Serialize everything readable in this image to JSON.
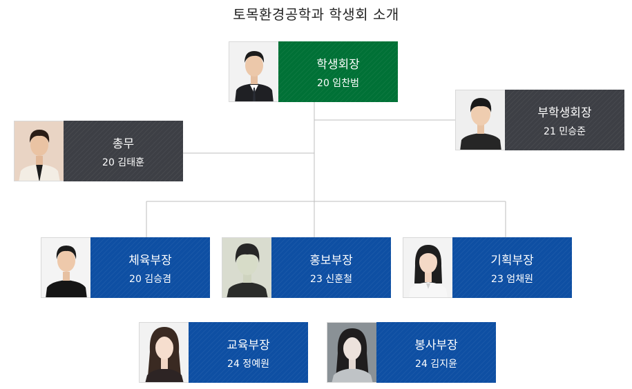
{
  "title": "토목환경공학과 학생회 소개",
  "colors": {
    "president": "#007136",
    "executive": "#3d3f45",
    "department": "#0e4fa3",
    "connector": "#bdbdbd"
  },
  "members": {
    "president": {
      "role": "학생회장",
      "person": "20 임찬범"
    },
    "vice_president": {
      "role": "부학생회장",
      "person": "21 민승준"
    },
    "general_affairs": {
      "role": "총무",
      "person": "20 김태훈"
    },
    "sports": {
      "role": "체육부장",
      "person": "20 김승겸"
    },
    "promotion": {
      "role": "홍보부장",
      "person": "23 신훈철"
    },
    "planning": {
      "role": "기획부장",
      "person": "23 엄채원"
    },
    "education": {
      "role": "교육부장",
      "person": "24 정예원"
    },
    "volunteer": {
      "role": "봉사부장",
      "person": "24 김지윤"
    }
  }
}
